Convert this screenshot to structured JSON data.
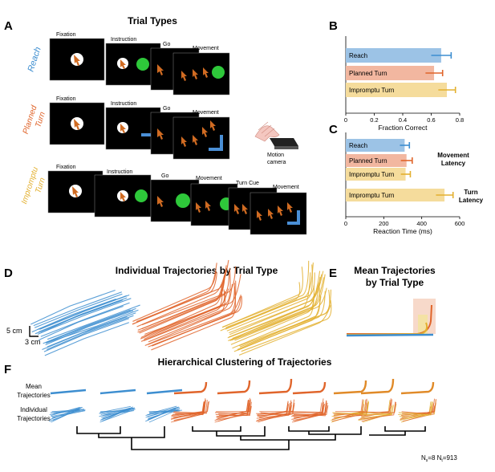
{
  "panels": {
    "A": {
      "letter": "A",
      "title": "Trial Types",
      "rows": [
        {
          "name": "Reach",
          "color": "#3d8ed0",
          "frames": [
            "Fixation",
            "Instruction",
            "Go",
            "Movement"
          ]
        },
        {
          "name_lines": [
            "Planned",
            "Turn"
          ],
          "color": "#e0652b",
          "frames": [
            "Fixation",
            "Instruction",
            "Go",
            "Movement"
          ]
        },
        {
          "name_lines": [
            "Impromptu",
            "Turn"
          ],
          "color": "#e3b030",
          "frames": [
            "Fixation",
            "Instruction",
            "Go",
            "Movement",
            "Turn Cue",
            "Movement"
          ]
        }
      ],
      "camera_label_lines": [
        "Motion",
        "camera"
      ]
    },
    "B": {
      "letter": "B"
    },
    "C": {
      "letter": "C",
      "group_labels": [
        [
          "Movement",
          "Latency"
        ],
        [
          "Turn",
          "Latency"
        ]
      ]
    },
    "D": {
      "letter": "D",
      "title": "Individual Trajectories by Trial Type",
      "scale_y": "5 cm",
      "scale_x": "3 cm"
    },
    "E": {
      "letter": "E",
      "title_lines": [
        "Mean Trajectories",
        "by Trial Type"
      ]
    },
    "F": {
      "letter": "F",
      "title": "Hierarchical Clustering of Trajectories",
      "row_labels": [
        [
          "Mean",
          "Trajectories"
        ],
        [
          "Individual",
          "Trajectories"
        ]
      ],
      "footnote": "N",
      "footnote_sub1": "s",
      "footnote_mid": "=8 N",
      "footnote_sub2": "t",
      "footnote_end": "=913"
    }
  },
  "colors": {
    "reach": "#3d8ed0",
    "planned": "#e0652b",
    "impromptu": "#e3b030",
    "target": "#2ec83a",
    "cue": "#4a8fd6"
  },
  "chart_data": [
    {
      "type": "bar",
      "orientation": "horizontal",
      "categories": [
        "Reach",
        "Planned Turn",
        "Impromptu Turn"
      ],
      "values": [
        0.67,
        0.62,
        0.71
      ],
      "errors": [
        0.07,
        0.06,
        0.06
      ],
      "xlabel": "Fraction Correct",
      "xlim": [
        0,
        0.8
      ],
      "xticks": [
        "0",
        "0.2",
        "0.4",
        "0.6",
        "0.8"
      ]
    },
    {
      "type": "bar",
      "orientation": "horizontal",
      "categories": [
        "Reach",
        "Planned Turn",
        "Impromptu Turn",
        "Impromptu Turn"
      ],
      "values": [
        310,
        320,
        315,
        520
      ],
      "errors": [
        25,
        30,
        25,
        45
      ],
      "xlabel": "Reaction Time (ms)",
      "xlim": [
        0,
        600
      ],
      "xticks": [
        "0",
        "200",
        "400",
        "600"
      ]
    }
  ]
}
